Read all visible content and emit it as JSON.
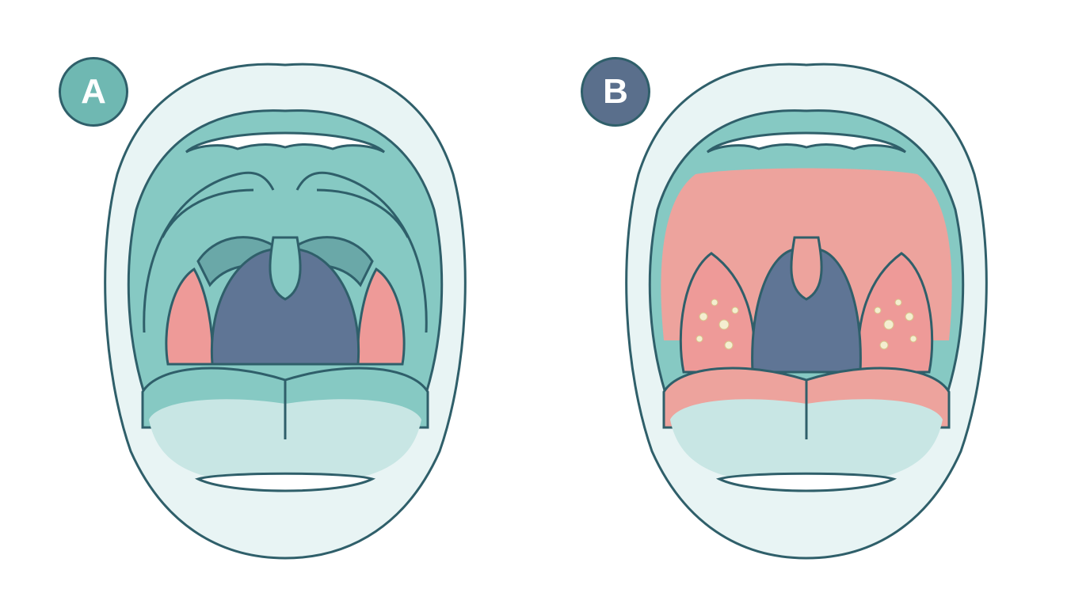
{
  "panels": [
    {
      "label": "A",
      "badge_color": "#6fb8b2",
      "condition": "normal"
    },
    {
      "label": "B",
      "badge_color": "#5a6f8c",
      "condition": "inflamed"
    }
  ],
  "colors": {
    "outline": "#2f5f6a",
    "lip": "#e8f4f4",
    "palate_normal": "#86c9c3",
    "palate_inflamed": "#eda39d",
    "throat": "#5f7595",
    "tonsil": "#ee9a98",
    "tongue": "#c8e6e4",
    "tongue_back": "#86c9c3",
    "exudate": "#f4eed0",
    "teeth": "#ffffff"
  }
}
